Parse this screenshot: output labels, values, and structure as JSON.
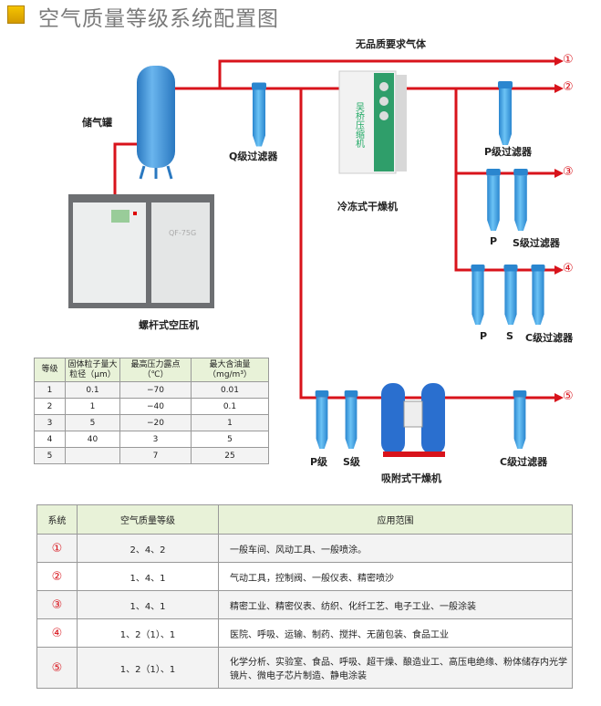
{
  "title": "空气质量等级系统配置图",
  "diagram": {
    "top_line_label": "无品质要求气体",
    "outputs": [
      "①",
      "②",
      "③",
      "④",
      "⑤"
    ],
    "tank_label": "储气罐",
    "compressor_label": "螺杆式空压机",
    "compressor_model": "QF-75G",
    "q_filter_label": "Q级过滤器",
    "fridge_dryer_label": "冷冻式干燥机",
    "fridge_dryer_brand": "吴桥压缩机",
    "p_filter_label": "P级过滤器",
    "branch3_labels": [
      "P",
      "S级过滤器"
    ],
    "branch4_labels": [
      "P",
      "S",
      "C级过滤器"
    ],
    "branch5_labels": [
      "P级",
      "S级"
    ],
    "adsorption_dryer_label": "吸附式干燥机",
    "c_filter_label": "C级过滤器",
    "colors": {
      "pipe": "#d8131b",
      "filter": "#3b9fe0",
      "tank": "#3a8fd8"
    }
  },
  "grade_table": {
    "headers": [
      "等级",
      "固体粒子量大粒径（μm）",
      "最高压力露点（℃）",
      "最大含油量（mg/m³）"
    ],
    "rows": [
      [
        "1",
        "0.1",
        "−70",
        "0.01"
      ],
      [
        "2",
        "1",
        "−40",
        "0.1"
      ],
      [
        "3",
        "5",
        "−20",
        "1"
      ],
      [
        "4",
        "40",
        "3",
        "5"
      ],
      [
        "5",
        "",
        "7",
        "25"
      ]
    ]
  },
  "system_table": {
    "headers": [
      "系统",
      "空气质量等级",
      "应用范围"
    ],
    "rows": [
      [
        "①",
        "2、4、2",
        "一般车间、风动工具、一般喷涂。"
      ],
      [
        "②",
        "1、4、1",
        "气动工具，控制阀、一般仪表、精密喷沙"
      ],
      [
        "③",
        "1、4、1",
        "精密工业、精密仪表、纺织、化纤工艺、电子工业、一般涂装"
      ],
      [
        "④",
        "1、2（1）、1",
        "医院、呼吸、运输、制药、搅拌、无菌包装、食品工业"
      ],
      [
        "⑤",
        "1、2（1）、1",
        "化学分析、实验室、食品、呼吸、超干燥、酿造业工、高压电绝缘、粉体储存内光学镜片、微电子芯片制造、静电涂装"
      ]
    ]
  }
}
